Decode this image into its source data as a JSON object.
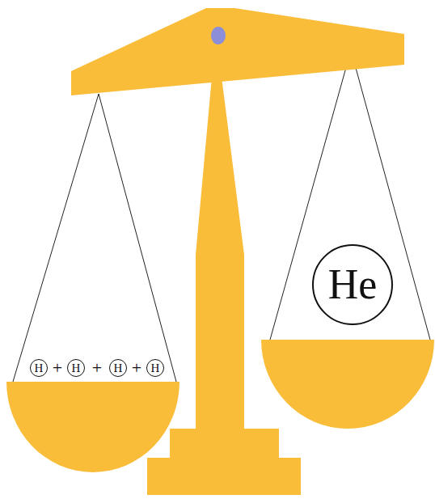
{
  "diagram": {
    "nodes": [
      {
        "text": [
          "H"
        ]
      },
      {
        "text": [
          "H"
        ]
      },
      {
        "text": [
          "H"
        ]
      },
      {
        "text": [
          "H"
        ]
      },
      {
        "text": [
          "He"
        ]
      }
    ],
    "labels": [
      "+",
      "+",
      "+"
    ]
  }
}
